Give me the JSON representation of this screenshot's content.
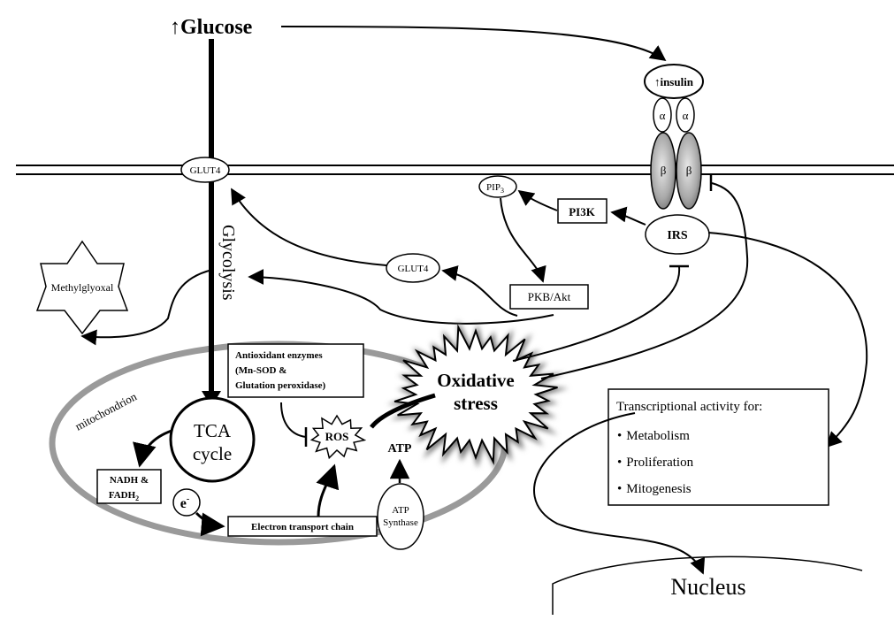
{
  "glucose": {
    "arrow": "↑",
    "label": "Glucose"
  },
  "insulin": {
    "arrow": "↑",
    "label": "insulin"
  },
  "receptor": {
    "alpha": "α",
    "beta": "β"
  },
  "glut4_membrane": "GLUT4",
  "glut4_vesicle": "GLUT4",
  "pip3": {
    "base": "PIP",
    "sub": "3"
  },
  "pi3k": "PI3K",
  "irs": "IRS",
  "pkb": "PKB/Akt",
  "glycolysis": "Glycolysis",
  "methylglyoxal": "Methylglyoxal",
  "antioxidant": {
    "line1": "Antioxidant enzymes",
    "line2": "(Mn-SOD &",
    "line3": "Glutation peroxidase)"
  },
  "oxidative": {
    "line1": "Oxidative",
    "line2": "stress"
  },
  "mitochondrion": "mitochondrion",
  "tca": {
    "line1": "TCA",
    "line2": "cycle"
  },
  "nadh": {
    "line1": "NADH &",
    "line2_base": "FADH",
    "line2_sub": "2"
  },
  "electron": {
    "base": "e",
    "sup": "-"
  },
  "ros": "ROS",
  "atp": "ATP",
  "atp_synthase": {
    "line1": "ATP",
    "line2": "Synthase"
  },
  "etc": "Electron transport chain",
  "transcription": {
    "title": "Transcriptional activity for:",
    "bullet": "•",
    "items": [
      "Metabolism",
      "Proliferation",
      "Mitogenesis"
    ]
  },
  "nucleus": "Nucleus"
}
